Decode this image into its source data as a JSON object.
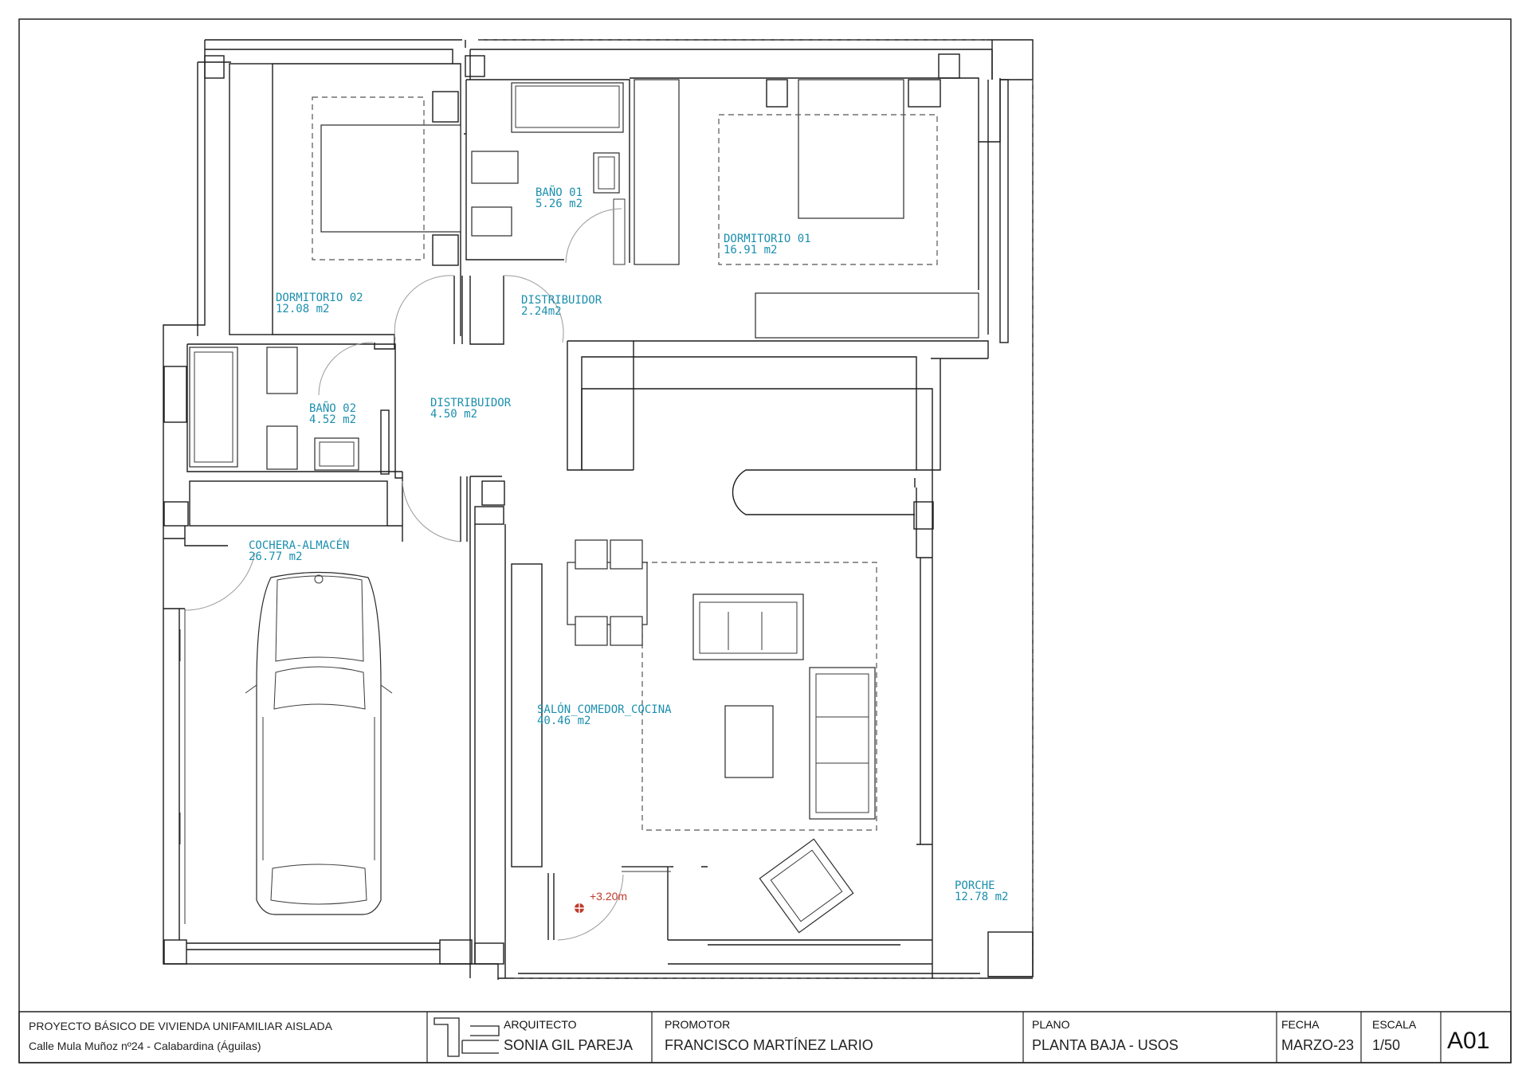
{
  "rooms": [
    {
      "name": "DORMITORIO 02",
      "area": "12.08 m2"
    },
    {
      "name": "BAÑO 01",
      "area": "5.26 m2"
    },
    {
      "name": "DORMITORIO 01",
      "area": "16.91 m2"
    },
    {
      "name": "DISTRIBUIDOR",
      "area": "2.24m2"
    },
    {
      "name": "BAÑO 02",
      "area": "4.52 m2"
    },
    {
      "name": "DISTRIBUIDOR",
      "area": "4.50 m2"
    },
    {
      "name": "COCHERA-ALMACÉN",
      "area": "26.77 m2"
    },
    {
      "name": "SALÓN_COMEDOR_COCINA",
      "area": "40.46 m2"
    },
    {
      "name": "PORCHE",
      "area": "12.78 m2"
    }
  ],
  "level_mark": "+3.20m",
  "title_block": {
    "project": "PROYECTO BÁSICO DE VIVIENDA UNIFAMILIAR AISLADA",
    "address": "Calle Mula Muñoz nº24 - Calabardina (Águilas)",
    "architect_label": "ARQUITECTO",
    "architect": "SONIA GIL PAREJA",
    "promoter_label": "PROMOTOR",
    "promoter": "FRANCISCO MARTÍNEZ LARIO",
    "plan_label": "PLANO",
    "plan": "PLANTA BAJA - USOS",
    "date_label": "FECHA",
    "date": "MARZO-23",
    "scale_label": "ESCALA",
    "scale": "1/50",
    "sheet": "A01"
  },
  "colors": {
    "room_label": "#1b8fae",
    "level_mark": "#c0392b",
    "lines": "#1c1c1c"
  }
}
